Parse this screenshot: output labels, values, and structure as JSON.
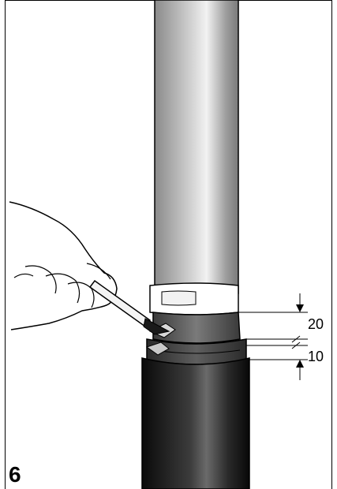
{
  "step_number": "6",
  "dimensions": {
    "upper": "20",
    "lower": "10"
  },
  "colors": {
    "pipe_light": "#e8e8e8",
    "pipe_dark": "#1a1a1a",
    "sleeve_band": "#6e6e6e",
    "tape": "#ffffff",
    "outline": "#000000"
  }
}
